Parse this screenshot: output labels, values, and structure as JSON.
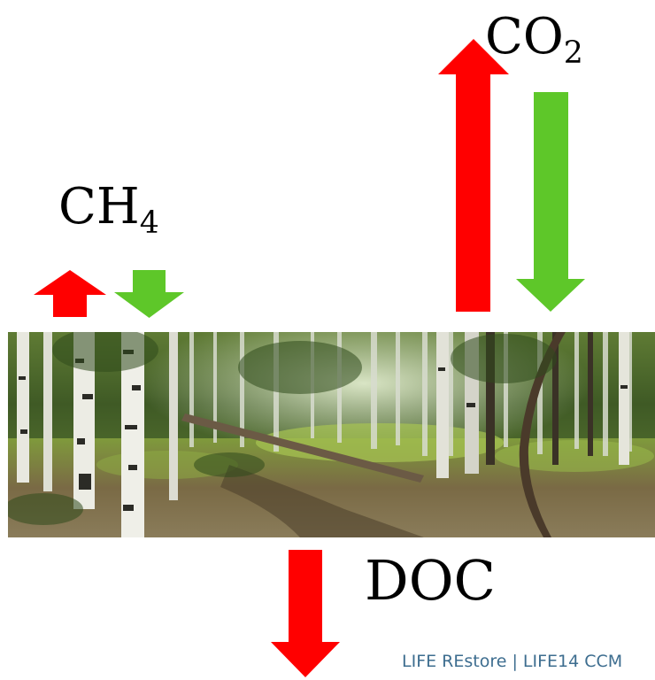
{
  "labels": {
    "ch4": {
      "base": "CH",
      "sub": "4"
    },
    "co2": {
      "base": "CO",
      "sub": "2"
    },
    "doc": "DOC"
  },
  "credit": "LIFE REstore | LIFE14 CCM",
  "colors": {
    "emission": "#ff0000",
    "uptake": "#5ec729"
  },
  "arrows": [
    {
      "flux": "CH4",
      "direction": "up",
      "meaning": "emission",
      "color": "#ff0000"
    },
    {
      "flux": "CH4",
      "direction": "down",
      "meaning": "uptake",
      "color": "#5ec729"
    },
    {
      "flux": "CO2",
      "direction": "up",
      "meaning": "emission",
      "color": "#ff0000"
    },
    {
      "flux": "CO2",
      "direction": "down",
      "meaning": "uptake",
      "color": "#5ec729"
    },
    {
      "flux": "DOC",
      "direction": "down",
      "meaning": "export",
      "color": "#ff0000"
    }
  ],
  "photo": {
    "subject": "birch forest on drained peatland"
  }
}
